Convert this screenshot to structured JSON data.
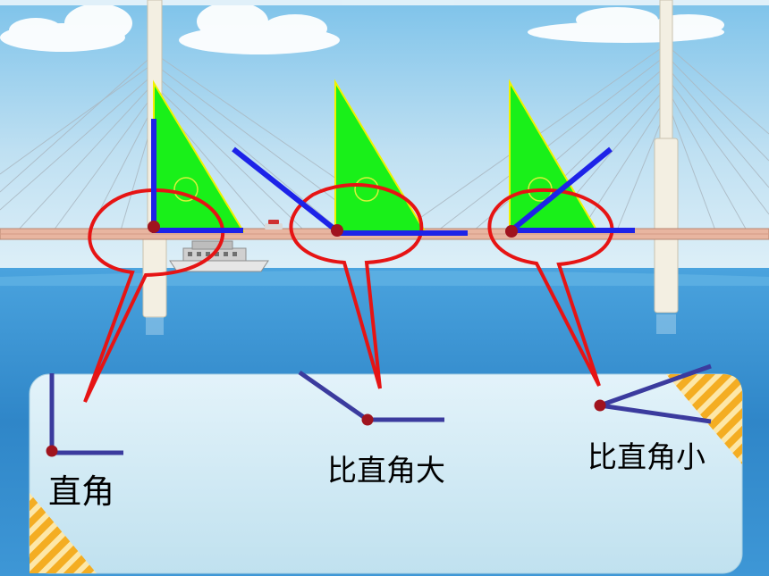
{
  "labels": {
    "right_angle": "直角",
    "larger_than_right": "比直角大",
    "smaller_than_right": "比直角小"
  },
  "colors": {
    "sky": "#bfe0f2",
    "water": "#3f96d4",
    "panel": "#cde8f3",
    "set_square": "#19f019",
    "set_square_edge": "#f2f200",
    "angle_arm": "#1d23e8",
    "example_arm": "#3b3b9e",
    "vertex_dot": "#a0141e",
    "callout": "#e61414",
    "stripe": "#f6b52c",
    "bridge_tower": "#f3efe2",
    "bridge_deck": "#e8b5a0"
  },
  "angles": [
    {
      "id": "right",
      "label_key": "right_angle",
      "degrees": 90
    },
    {
      "id": "larger",
      "label_key": "larger_than_right",
      "degrees": 150
    },
    {
      "id": "smaller",
      "label_key": "smaller_than_right",
      "degrees": 40
    }
  ]
}
